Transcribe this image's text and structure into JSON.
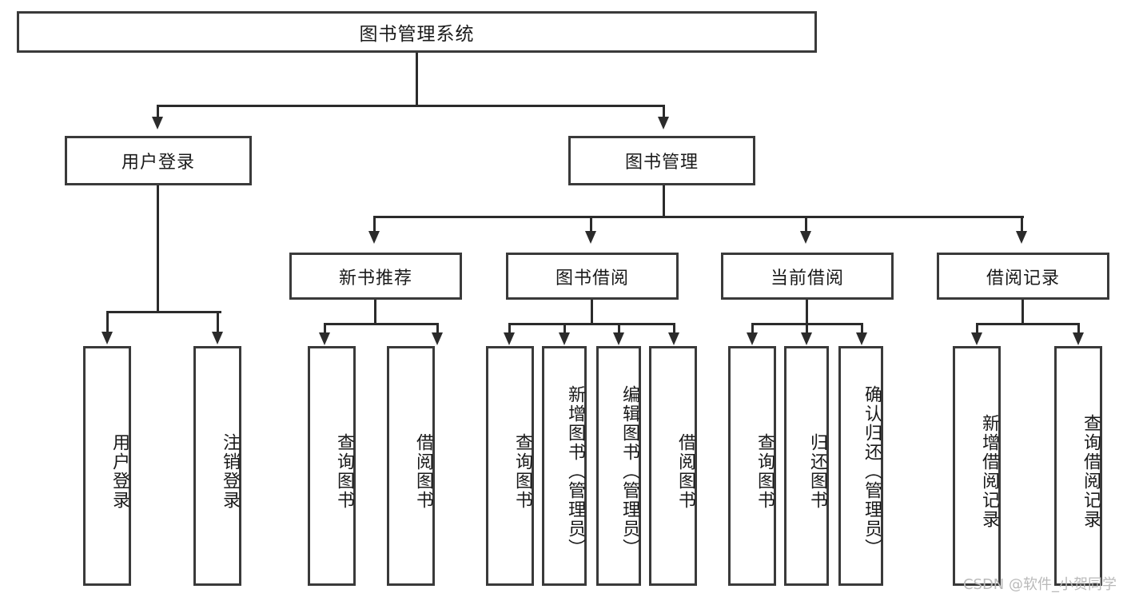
{
  "diagram": {
    "title": "图书管理系统",
    "type": "tree",
    "root": {
      "label": "图书管理系统"
    },
    "level2": [
      {
        "label": "用户登录"
      },
      {
        "label": "图书管理"
      }
    ],
    "level3": [
      {
        "label": "新书推荐"
      },
      {
        "label": "图书借阅"
      },
      {
        "label": "当前借阅"
      },
      {
        "label": "借阅记录"
      }
    ],
    "leaves": {
      "user_login": [
        {
          "label": "用户登录"
        },
        {
          "label": "注销登录"
        }
      ],
      "new_book_recommend": [
        {
          "label": "查询图书"
        },
        {
          "label": "借阅图书"
        }
      ],
      "book_borrow": [
        {
          "label": "查询图书"
        },
        {
          "label": "新增图书（管理员）"
        },
        {
          "label": "编辑图书（管理员）"
        },
        {
          "label": "借阅图书"
        }
      ],
      "current_borrow": [
        {
          "label": "查询图书"
        },
        {
          "label": "归还图书"
        },
        {
          "label": "确认归还（管理员）"
        }
      ],
      "borrow_record": [
        {
          "label": "新增借阅记录"
        },
        {
          "label": "查询借阅记录"
        }
      ]
    }
  },
  "watermark": {
    "text": "CSDN @软件_小贺同学"
  },
  "colors": {
    "line": "#2b2b2b",
    "border": "#3a3a3a",
    "text": "#1a1a1a",
    "background": "#ffffff",
    "watermark": "#b9b9b9"
  }
}
